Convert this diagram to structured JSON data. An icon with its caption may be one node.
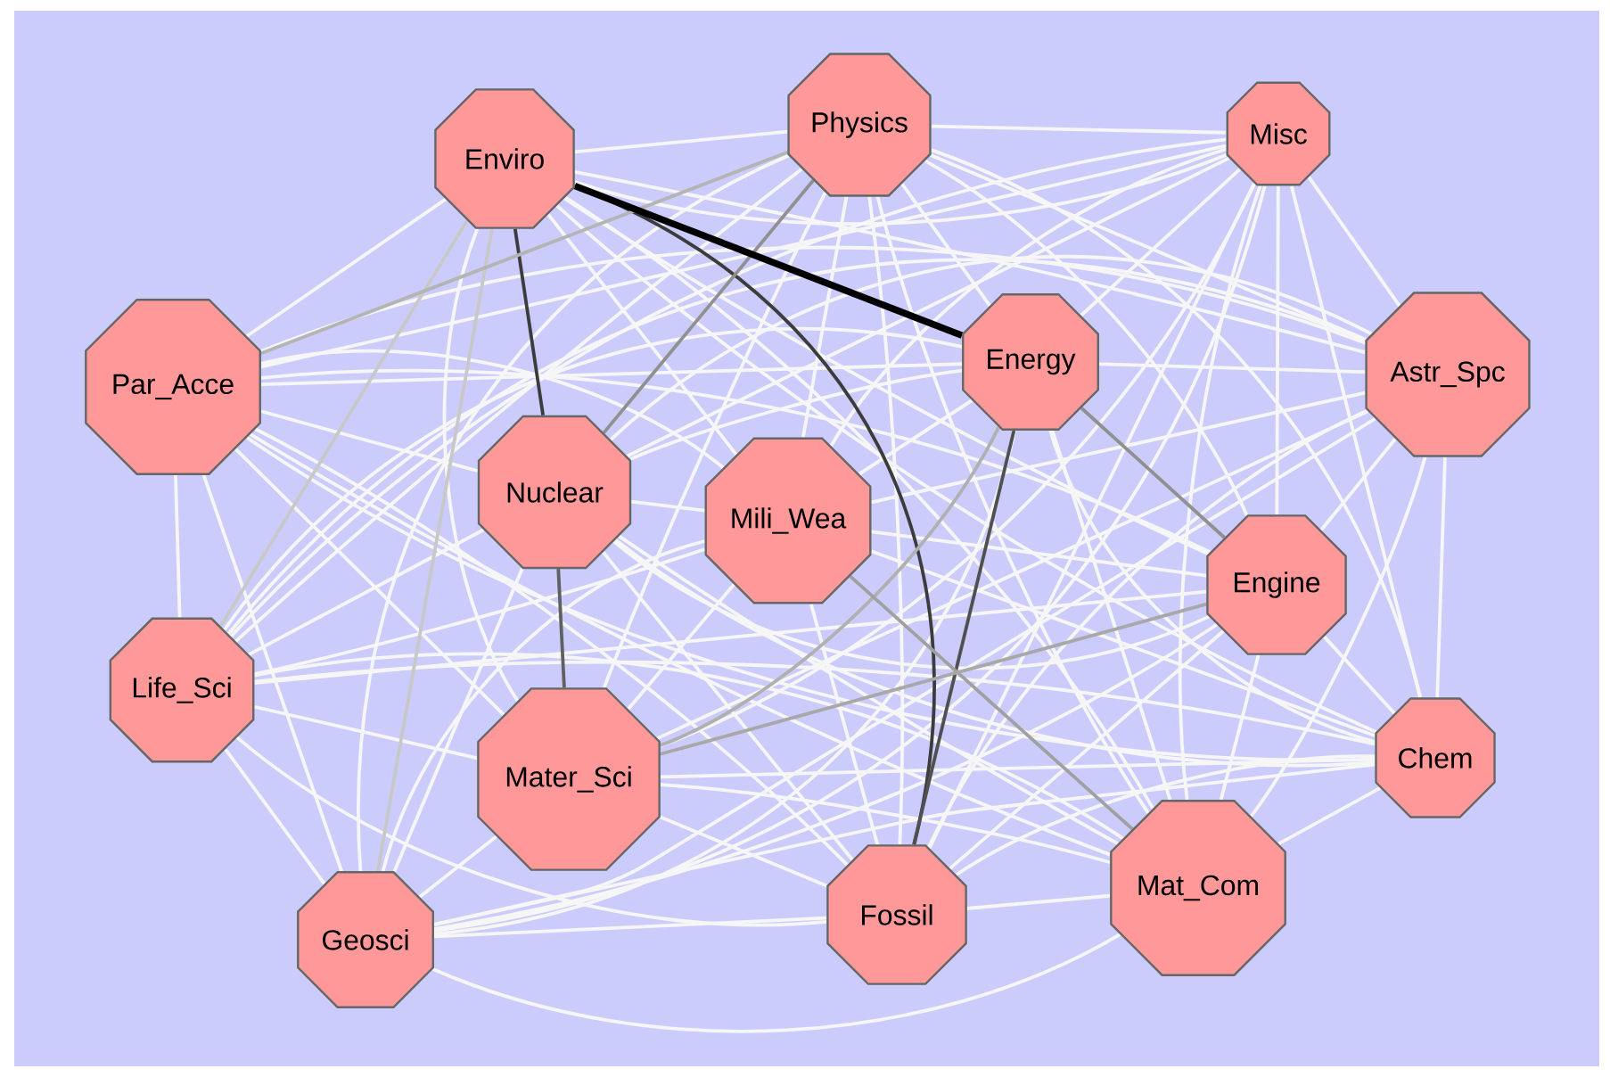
{
  "diagram": {
    "nodes": [
      {
        "text": [
          "Enviro"
        ]
      },
      {
        "text": [
          "Physics"
        ]
      },
      {
        "text": [
          "Misc"
        ]
      },
      {
        "text": [
          "Par_Acce"
        ]
      },
      {
        "text": [
          "Energy"
        ]
      },
      {
        "text": [
          "Astr_Spc"
        ]
      },
      {
        "text": [
          "Nuclear"
        ]
      },
      {
        "text": [
          "Mili_Wea"
        ]
      },
      {
        "text": [
          "Engine"
        ]
      },
      {
        "text": [
          "Life_Sci"
        ]
      },
      {
        "text": [
          "Chem"
        ]
      },
      {
        "text": [
          "Mater_Sci"
        ]
      },
      {
        "text": [
          "Geosci"
        ]
      },
      {
        "text": [
          "Fossil"
        ]
      },
      {
        "text": [
          "Mat_Com"
        ]
      }
    ],
    "edges": [
      {
        "from": 0,
        "to": 1,
        "arrow": "none"
      },
      {
        "from": 0,
        "to": 2,
        "arrow": "none"
      },
      {
        "from": 0,
        "to": 3,
        "arrow": "none"
      },
      {
        "from": 0,
        "to": 4,
        "arrow": "none",
        "style": "thick",
        "color": "#000000"
      },
      {
        "from": 0,
        "to": 5,
        "arrow": "none"
      },
      {
        "from": 0,
        "to": 6,
        "arrow": "none",
        "color": "#3c3c3c"
      },
      {
        "from": 0,
        "to": 7,
        "arrow": "none"
      },
      {
        "from": 0,
        "to": 8,
        "arrow": "none"
      },
      {
        "from": 0,
        "to": 9,
        "arrow": "none",
        "color": "#c8c8c8"
      },
      {
        "from": 0,
        "to": 10,
        "arrow": "none"
      },
      {
        "from": 0,
        "to": 11,
        "arrow": "none"
      },
      {
        "from": 0,
        "to": 12,
        "arrow": "none",
        "color": "#c8c8c8"
      },
      {
        "from": 0,
        "to": 13,
        "arrow": "none",
        "color": "#3c3c3c"
      },
      {
        "from": 0,
        "to": 14,
        "arrow": "none"
      },
      {
        "from": 1,
        "to": 2,
        "arrow": "none"
      },
      {
        "from": 1,
        "to": 3,
        "arrow": "none",
        "color": "#b4b4b4"
      },
      {
        "from": 1,
        "to": 4,
        "arrow": "none"
      },
      {
        "from": 1,
        "to": 5,
        "arrow": "none"
      },
      {
        "from": 1,
        "to": 6,
        "arrow": "none",
        "color": "#909090"
      },
      {
        "from": 1,
        "to": 7,
        "arrow": "none"
      },
      {
        "from": 1,
        "to": 8,
        "arrow": "none"
      },
      {
        "from": 1,
        "to": 9,
        "arrow": "none"
      },
      {
        "from": 1,
        "to": 10,
        "arrow": "none"
      },
      {
        "from": 1,
        "to": 11,
        "arrow": "none"
      },
      {
        "from": 1,
        "to": 12,
        "arrow": "none"
      },
      {
        "from": 1,
        "to": 13,
        "arrow": "none"
      },
      {
        "from": 1,
        "to": 14,
        "arrow": "none"
      },
      {
        "from": 2,
        "to": 3,
        "arrow": "none"
      },
      {
        "from": 2,
        "to": 4,
        "arrow": "none"
      },
      {
        "from": 2,
        "to": 5,
        "arrow": "none"
      },
      {
        "from": 2,
        "to": 6,
        "arrow": "none"
      },
      {
        "from": 2,
        "to": 7,
        "arrow": "none"
      },
      {
        "from": 2,
        "to": 8,
        "arrow": "none"
      },
      {
        "from": 2,
        "to": 9,
        "arrow": "none"
      },
      {
        "from": 2,
        "to": 10,
        "arrow": "none"
      },
      {
        "from": 2,
        "to": 11,
        "arrow": "none"
      },
      {
        "from": 2,
        "to": 12,
        "arrow": "none"
      },
      {
        "from": 2,
        "to": 13,
        "arrow": "none"
      },
      {
        "from": 2,
        "to": 14,
        "arrow": "none"
      },
      {
        "from": 3,
        "to": 4,
        "arrow": "none"
      },
      {
        "from": 3,
        "to": 5,
        "arrow": "none"
      },
      {
        "from": 3,
        "to": 6,
        "arrow": "none"
      },
      {
        "from": 3,
        "to": 7,
        "arrow": "none"
      },
      {
        "from": 3,
        "to": 8,
        "arrow": "none"
      },
      {
        "from": 3,
        "to": 9,
        "arrow": "none"
      },
      {
        "from": 3,
        "to": 10,
        "arrow": "none"
      },
      {
        "from": 3,
        "to": 11,
        "arrow": "none"
      },
      {
        "from": 3,
        "to": 12,
        "arrow": "none"
      },
      {
        "from": 3,
        "to": 13,
        "arrow": "none"
      },
      {
        "from": 3,
        "to": 14,
        "arrow": "none"
      },
      {
        "from": 4,
        "to": 5,
        "arrow": "none"
      },
      {
        "from": 4,
        "to": 6,
        "arrow": "none"
      },
      {
        "from": 4,
        "to": 7,
        "arrow": "none"
      },
      {
        "from": 4,
        "to": 8,
        "arrow": "none",
        "color": "#909090"
      },
      {
        "from": 4,
        "to": 9,
        "arrow": "none"
      },
      {
        "from": 4,
        "to": 10,
        "arrow": "none"
      },
      {
        "from": 4,
        "to": 11,
        "arrow": "none",
        "color": "#b0b0b0"
      },
      {
        "from": 4,
        "to": 12,
        "arrow": "none"
      },
      {
        "from": 4,
        "to": 13,
        "arrow": "none",
        "color": "#505050"
      },
      {
        "from": 4,
        "to": 14,
        "arrow": "none"
      },
      {
        "from": 5,
        "to": 6,
        "arrow": "none"
      },
      {
        "from": 5,
        "to": 7,
        "arrow": "none"
      },
      {
        "from": 5,
        "to": 8,
        "arrow": "none"
      },
      {
        "from": 5,
        "to": 9,
        "arrow": "none"
      },
      {
        "from": 5,
        "to": 10,
        "arrow": "none"
      },
      {
        "from": 5,
        "to": 11,
        "arrow": "none"
      },
      {
        "from": 5,
        "to": 12,
        "arrow": "none"
      },
      {
        "from": 5,
        "to": 13,
        "arrow": "none"
      },
      {
        "from": 5,
        "to": 14,
        "arrow": "none"
      },
      {
        "from": 6,
        "to": 7,
        "arrow": "none"
      },
      {
        "from": 6,
        "to": 8,
        "arrow": "none"
      },
      {
        "from": 6,
        "to": 9,
        "arrow": "none"
      },
      {
        "from": 6,
        "to": 10,
        "arrow": "none"
      },
      {
        "from": 6,
        "to": 11,
        "arrow": "none",
        "color": "#606060"
      },
      {
        "from": 6,
        "to": 12,
        "arrow": "none"
      },
      {
        "from": 6,
        "to": 13,
        "arrow": "none"
      },
      {
        "from": 6,
        "to": 14,
        "arrow": "none"
      },
      {
        "from": 7,
        "to": 8,
        "arrow": "none"
      },
      {
        "from": 7,
        "to": 9,
        "arrow": "none"
      },
      {
        "from": 7,
        "to": 10,
        "arrow": "none"
      },
      {
        "from": 7,
        "to": 11,
        "arrow": "none"
      },
      {
        "from": 7,
        "to": 12,
        "arrow": "none"
      },
      {
        "from": 7,
        "to": 13,
        "arrow": "none"
      },
      {
        "from": 7,
        "to": 14,
        "arrow": "none",
        "color": "#a0a0a0"
      },
      {
        "from": 8,
        "to": 9,
        "arrow": "none"
      },
      {
        "from": 8,
        "to": 10,
        "arrow": "none"
      },
      {
        "from": 8,
        "to": 11,
        "arrow": "none",
        "color": "#a8a8a8"
      },
      {
        "from": 8,
        "to": 12,
        "arrow": "none"
      },
      {
        "from": 8,
        "to": 13,
        "arrow": "none"
      },
      {
        "from": 8,
        "to": 14,
        "arrow": "none"
      },
      {
        "from": 9,
        "to": 10,
        "arrow": "none"
      },
      {
        "from": 9,
        "to": 11,
        "arrow": "none"
      },
      {
        "from": 9,
        "to": 12,
        "arrow": "none"
      },
      {
        "from": 9,
        "to": 13,
        "arrow": "none"
      },
      {
        "from": 9,
        "to": 14,
        "arrow": "none"
      },
      {
        "from": 10,
        "to": 11,
        "arrow": "none"
      },
      {
        "from": 10,
        "to": 12,
        "arrow": "none"
      },
      {
        "from": 10,
        "to": 13,
        "arrow": "none"
      },
      {
        "from": 10,
        "to": 14,
        "arrow": "none"
      },
      {
        "from": 11,
        "to": 12,
        "arrow": "none"
      },
      {
        "from": 11,
        "to": 13,
        "arrow": "none"
      },
      {
        "from": 11,
        "to": 14,
        "arrow": "none"
      },
      {
        "from": 12,
        "to": 13,
        "arrow": "none"
      },
      {
        "from": 12,
        "to": 14,
        "arrow": "none"
      },
      {
        "from": 13,
        "to": 14,
        "arrow": "none"
      }
    ]
  }
}
